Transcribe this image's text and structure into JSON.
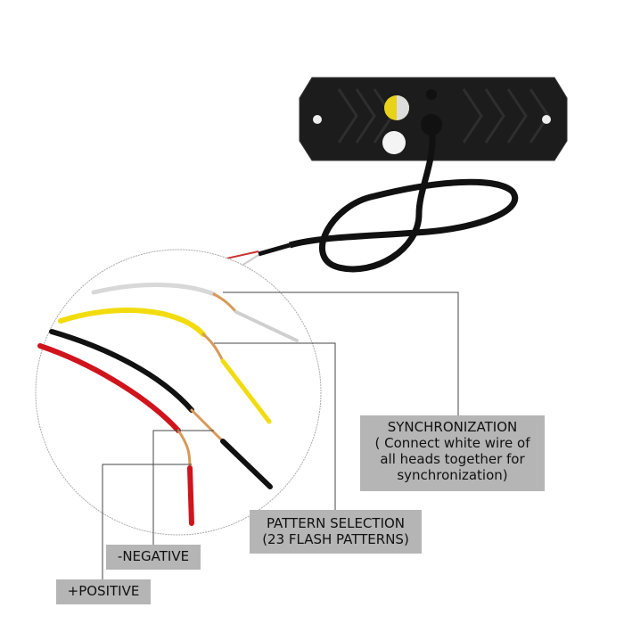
{
  "labels": {
    "sync_title": "SYNCHRONIZATION",
    "sync_line1": "( Connect white wire of",
    "sync_line2": "all heads together for",
    "sync_line3": "synchronization)",
    "pattern_line1": "PATTERN SELECTION",
    "pattern_line2": "(23 FLASH PATTERNS)",
    "negative": "-NEGATIVE",
    "positive": "+POSITIVE"
  },
  "colors": {
    "label_bg": "#b5b5b5",
    "wire_red": "#d0141c",
    "wire_yellow": "#f2dc10",
    "wire_black": "#111111",
    "wire_white": "#dcdcdc",
    "copper": "#d79a5a"
  }
}
